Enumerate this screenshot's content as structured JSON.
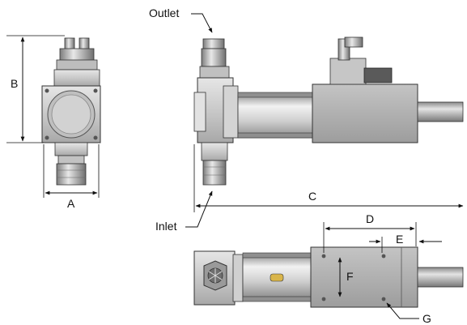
{
  "labels": {
    "outlet": "Outlet",
    "inlet": "Inlet",
    "a": "A",
    "b": "B",
    "c": "C",
    "d": "D",
    "e": "E",
    "f": "F",
    "g": "G"
  },
  "colors": {
    "line": "#111111",
    "body_light": "#d6d6d6",
    "body_mid": "#b4b4b4",
    "body_dark": "#7a7a7a",
    "steel": "#c8c8c8"
  }
}
